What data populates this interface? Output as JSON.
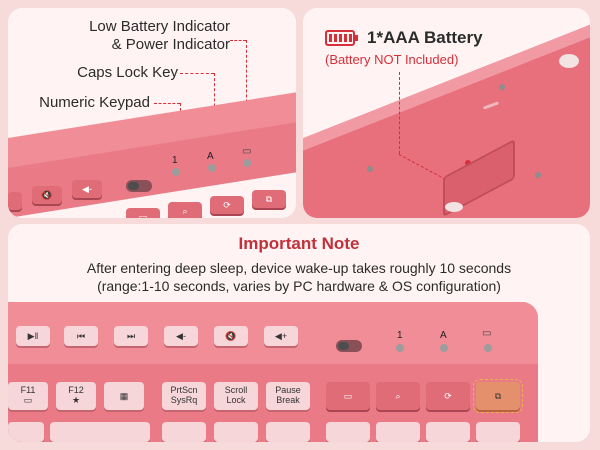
{
  "panel_left": {
    "labels": {
      "low_battery": "Low Battery Indicator",
      "power": "& Power Indicator",
      "caps_lock": "Caps Lock Key",
      "numeric": "Numeric Keypad"
    },
    "indicators": [
      "1",
      "A"
    ]
  },
  "panel_right": {
    "battery_title": "1*AAA Battery",
    "battery_note": "(Battery NOT Included)"
  },
  "note": {
    "title": "Important Note",
    "line1": "After entering deep sleep, device wake-up takes roughly 10 seconds",
    "line2": "(range:1-10 seconds, varies by PC hardware & OS configuration)"
  },
  "keyboard_bottom": {
    "indicators": [
      "1",
      "A"
    ],
    "keys": {
      "f11": "F11",
      "f12": "F12",
      "prtscn": "PrtScn",
      "sysrq": "SysRq",
      "scroll": "Scroll",
      "lock": "Lock",
      "pause": "Pause",
      "break": "Break"
    }
  },
  "colors": {
    "accent": "#d62f3a",
    "keyboard": "#e97a86",
    "key": "#f6d6d9",
    "highlight_key": "#e5906c"
  }
}
